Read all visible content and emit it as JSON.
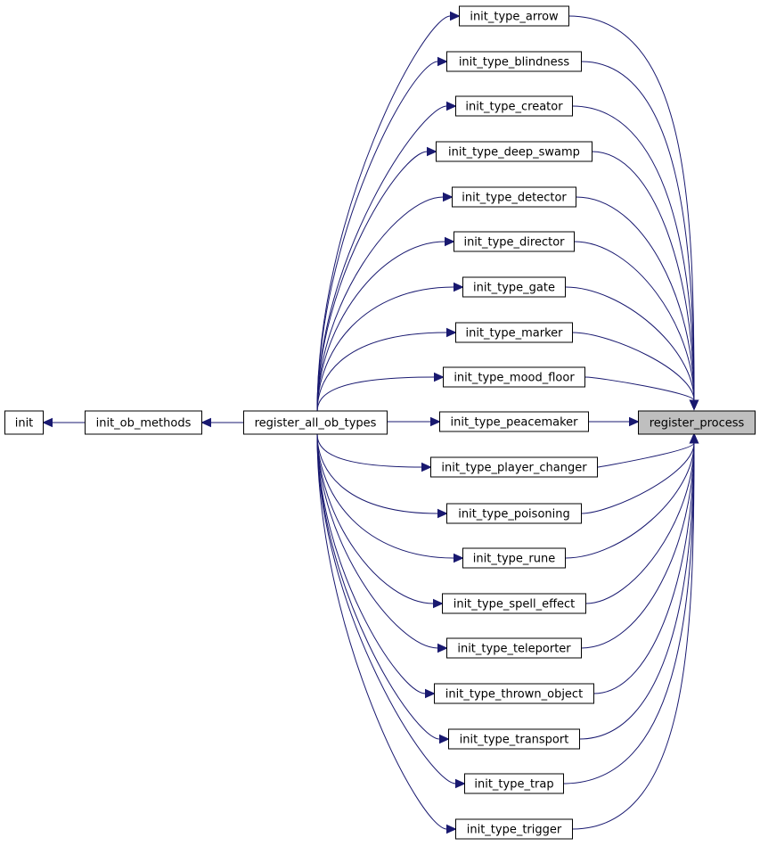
{
  "graph": {
    "focus_node": "register_process",
    "colors": {
      "edge": "#191970",
      "focus_fill": "#bfbfbf",
      "node_fill": "#ffffff",
      "node_border": "#000000"
    },
    "nodes": [
      {
        "id": "init",
        "label": "init"
      },
      {
        "id": "init_ob_methods",
        "label": "init_ob_methods"
      },
      {
        "id": "register_all_ob_types",
        "label": "register_all_ob_types"
      },
      {
        "id": "register_process",
        "label": "register_process"
      },
      {
        "id": "init_type_arrow",
        "label": "init_type_arrow"
      },
      {
        "id": "init_type_blindness",
        "label": "init_type_blindness"
      },
      {
        "id": "init_type_creator",
        "label": "init_type_creator"
      },
      {
        "id": "init_type_deep_swamp",
        "label": "init_type_deep_swamp"
      },
      {
        "id": "init_type_detector",
        "label": "init_type_detector"
      },
      {
        "id": "init_type_director",
        "label": "init_type_director"
      },
      {
        "id": "init_type_gate",
        "label": "init_type_gate"
      },
      {
        "id": "init_type_marker",
        "label": "init_type_marker"
      },
      {
        "id": "init_type_mood_floor",
        "label": "init_type_mood_floor"
      },
      {
        "id": "init_type_peacemaker",
        "label": "init_type_peacemaker"
      },
      {
        "id": "init_type_player_changer",
        "label": "init_type_player_changer"
      },
      {
        "id": "init_type_poisoning",
        "label": "init_type_poisoning"
      },
      {
        "id": "init_type_rune",
        "label": "init_type_rune"
      },
      {
        "id": "init_type_spell_effect",
        "label": "init_type_spell_effect"
      },
      {
        "id": "init_type_teleporter",
        "label": "init_type_teleporter"
      },
      {
        "id": "init_type_thrown_object",
        "label": "init_type_thrown_object"
      },
      {
        "id": "init_type_transport",
        "label": "init_type_transport"
      },
      {
        "id": "init_type_trap",
        "label": "init_type_trap"
      },
      {
        "id": "init_type_trigger",
        "label": "init_type_trigger"
      }
    ],
    "edges": [
      {
        "from": "init_ob_methods",
        "to": "init"
      },
      {
        "from": "register_all_ob_types",
        "to": "init_ob_methods"
      },
      {
        "from": "register_process",
        "to": "register_all_ob_types"
      },
      {
        "from": "register_process",
        "to": "init_type_arrow"
      },
      {
        "from": "register_process",
        "to": "init_type_blindness"
      },
      {
        "from": "register_process",
        "to": "init_type_creator"
      },
      {
        "from": "register_process",
        "to": "init_type_deep_swamp"
      },
      {
        "from": "register_process",
        "to": "init_type_detector"
      },
      {
        "from": "register_process",
        "to": "init_type_director"
      },
      {
        "from": "register_process",
        "to": "init_type_gate"
      },
      {
        "from": "register_process",
        "to": "init_type_marker"
      },
      {
        "from": "register_process",
        "to": "init_type_mood_floor"
      },
      {
        "from": "register_process",
        "to": "init_type_peacemaker"
      },
      {
        "from": "register_process",
        "to": "init_type_player_changer"
      },
      {
        "from": "register_process",
        "to": "init_type_poisoning"
      },
      {
        "from": "register_process",
        "to": "init_type_rune"
      },
      {
        "from": "register_process",
        "to": "init_type_spell_effect"
      },
      {
        "from": "register_process",
        "to": "init_type_teleporter"
      },
      {
        "from": "register_process",
        "to": "init_type_thrown_object"
      },
      {
        "from": "register_process",
        "to": "init_type_transport"
      },
      {
        "from": "register_process",
        "to": "init_type_trap"
      },
      {
        "from": "register_process",
        "to": "init_type_trigger"
      },
      {
        "from": "init_type_arrow",
        "to": "register_all_ob_types"
      },
      {
        "from": "init_type_blindness",
        "to": "register_all_ob_types"
      },
      {
        "from": "init_type_creator",
        "to": "register_all_ob_types"
      },
      {
        "from": "init_type_deep_swamp",
        "to": "register_all_ob_types"
      },
      {
        "from": "init_type_detector",
        "to": "register_all_ob_types"
      },
      {
        "from": "init_type_director",
        "to": "register_all_ob_types"
      },
      {
        "from": "init_type_gate",
        "to": "register_all_ob_types"
      },
      {
        "from": "init_type_marker",
        "to": "register_all_ob_types"
      },
      {
        "from": "init_type_mood_floor",
        "to": "register_all_ob_types"
      },
      {
        "from": "init_type_peacemaker",
        "to": "register_all_ob_types"
      },
      {
        "from": "init_type_player_changer",
        "to": "register_all_ob_types"
      },
      {
        "from": "init_type_poisoning",
        "to": "register_all_ob_types"
      },
      {
        "from": "init_type_rune",
        "to": "register_all_ob_types"
      },
      {
        "from": "init_type_spell_effect",
        "to": "register_all_ob_types"
      },
      {
        "from": "init_type_teleporter",
        "to": "register_all_ob_types"
      },
      {
        "from": "init_type_thrown_object",
        "to": "register_all_ob_types"
      },
      {
        "from": "init_type_transport",
        "to": "register_all_ob_types"
      },
      {
        "from": "init_type_trap",
        "to": "register_all_ob_types"
      },
      {
        "from": "init_type_trigger",
        "to": "register_all_ob_types"
      }
    ]
  }
}
